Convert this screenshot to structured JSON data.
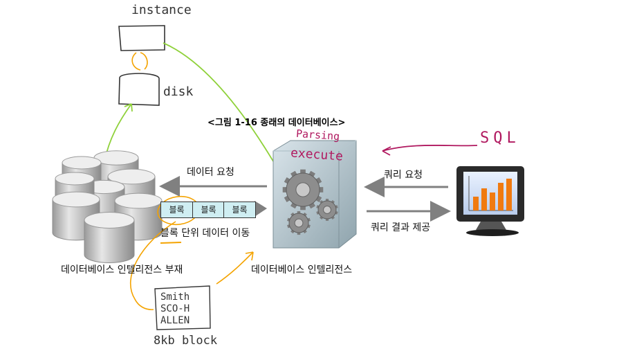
{
  "annotations": {
    "instance": "instance",
    "disk": "disk",
    "sql": "SQL",
    "parsing": "Parsing",
    "execute": "execute",
    "block_size": "8kb block",
    "note_lines": [
      "Smith",
      "SCO-H",
      "ALLEN"
    ]
  },
  "figure": {
    "title": "<그림 1-16  종래의 데이터베이스>"
  },
  "labels": {
    "data_request": "데이터 요청",
    "query_request": "쿼리 요청",
    "query_result": "쿼리 결과 제공",
    "block_transfer": "블록 단위 데이터 이동",
    "db_no_intel": "데이터베이스 인텔리전스 부재",
    "db_intel": "데이터베이스 인텔리전스"
  },
  "blocks": [
    "블록",
    "블록",
    "블록"
  ],
  "colors": {
    "handwriting_green": "#8fd13a",
    "handwriting_orange": "#f4a300",
    "handwriting_magenta": "#b0185f",
    "arrow_gray": "#808080",
    "bar_orange": "#f07a10",
    "block_fill": "#cfeef2"
  }
}
